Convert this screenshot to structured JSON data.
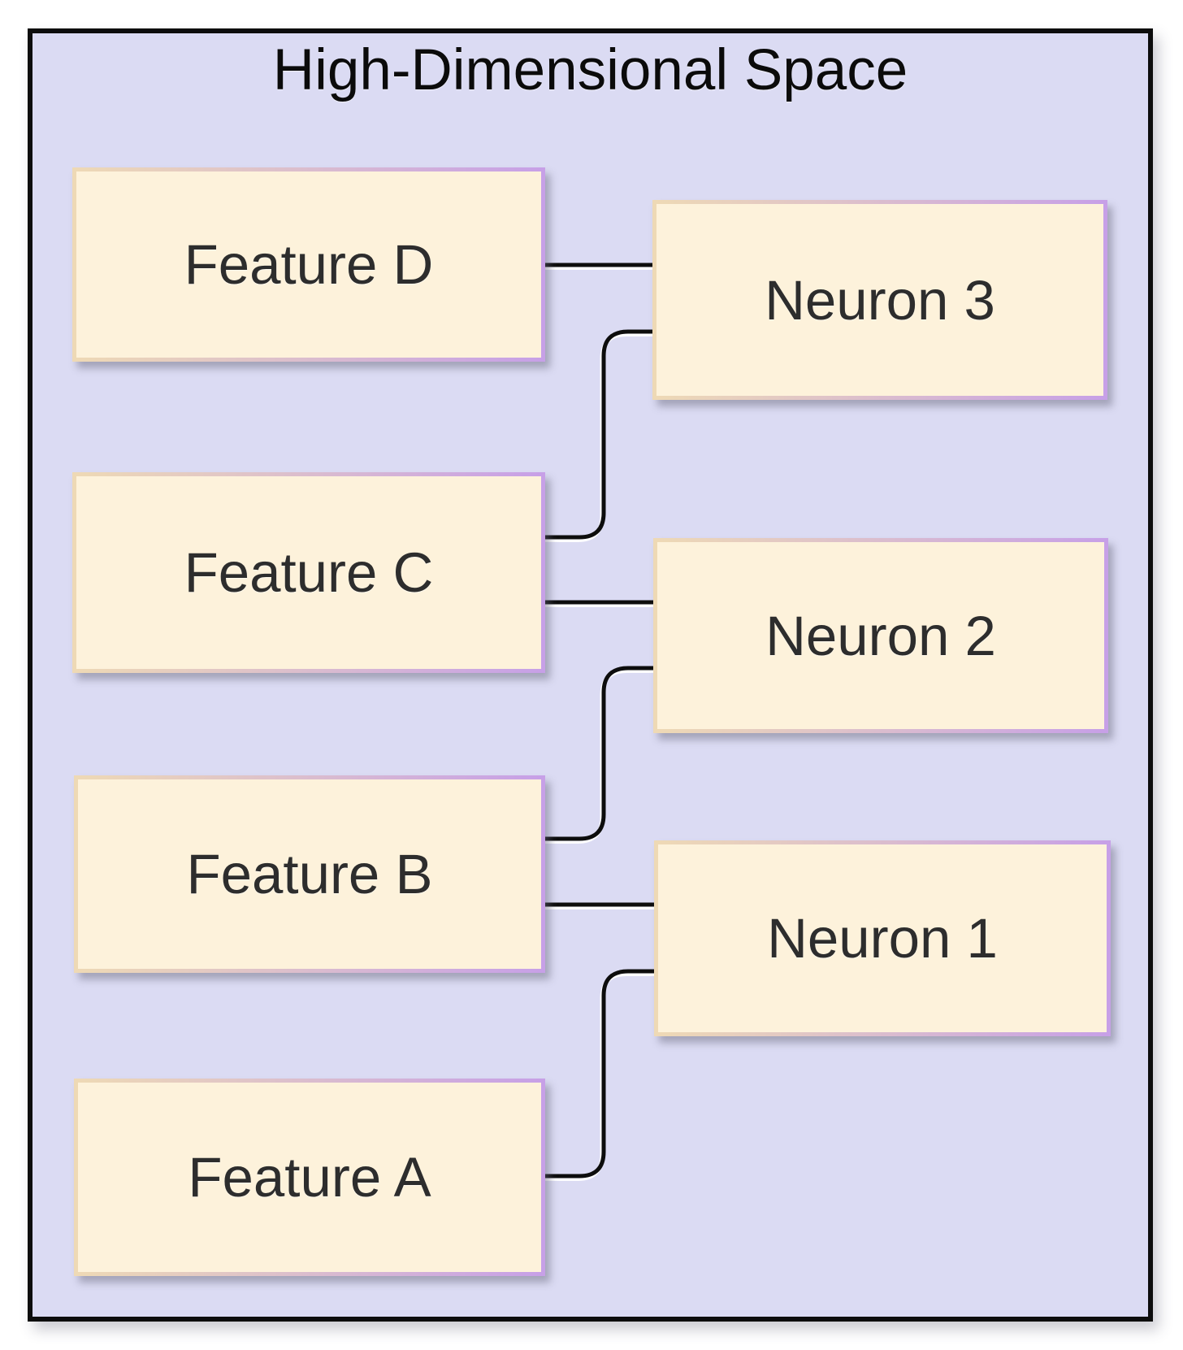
{
  "diagram": {
    "title": "High-Dimensional Space",
    "features": [
      {
        "id": "feature-d",
        "label": "Feature D"
      },
      {
        "id": "feature-c",
        "label": "Feature C"
      },
      {
        "id": "feature-b",
        "label": "Feature B"
      },
      {
        "id": "feature-a",
        "label": "Feature A"
      }
    ],
    "neurons": [
      {
        "id": "neuron-3",
        "label": "Neuron 3"
      },
      {
        "id": "neuron-2",
        "label": "Neuron 2"
      },
      {
        "id": "neuron-1",
        "label": "Neuron 1"
      }
    ],
    "connections": [
      {
        "from": "Feature D",
        "to": "Neuron 3",
        "shape": "straight"
      },
      {
        "from": "Feature C",
        "to": "Neuron 3",
        "shape": "elbow-up"
      },
      {
        "from": "Feature C",
        "to": "Neuron 2",
        "shape": "straight"
      },
      {
        "from": "Feature B",
        "to": "Neuron 2",
        "shape": "elbow-up"
      },
      {
        "from": "Feature B",
        "to": "Neuron 1",
        "shape": "straight"
      },
      {
        "from": "Feature A",
        "to": "Neuron 1",
        "shape": "elbow-up"
      }
    ],
    "colors": {
      "page_bg": "#ffffff",
      "container_bg": "#dbdbf3",
      "container_border": "#0d0d0d",
      "node_fill": "#fdf2db",
      "node_border_gradient_start": "#eed9b5",
      "node_border_gradient_end": "#c7a0e7",
      "node_text": "#2d2d2d",
      "title_text": "#0b0b0b",
      "connector": "#0d0d0d",
      "connector_highlight": "#ffffff"
    }
  }
}
